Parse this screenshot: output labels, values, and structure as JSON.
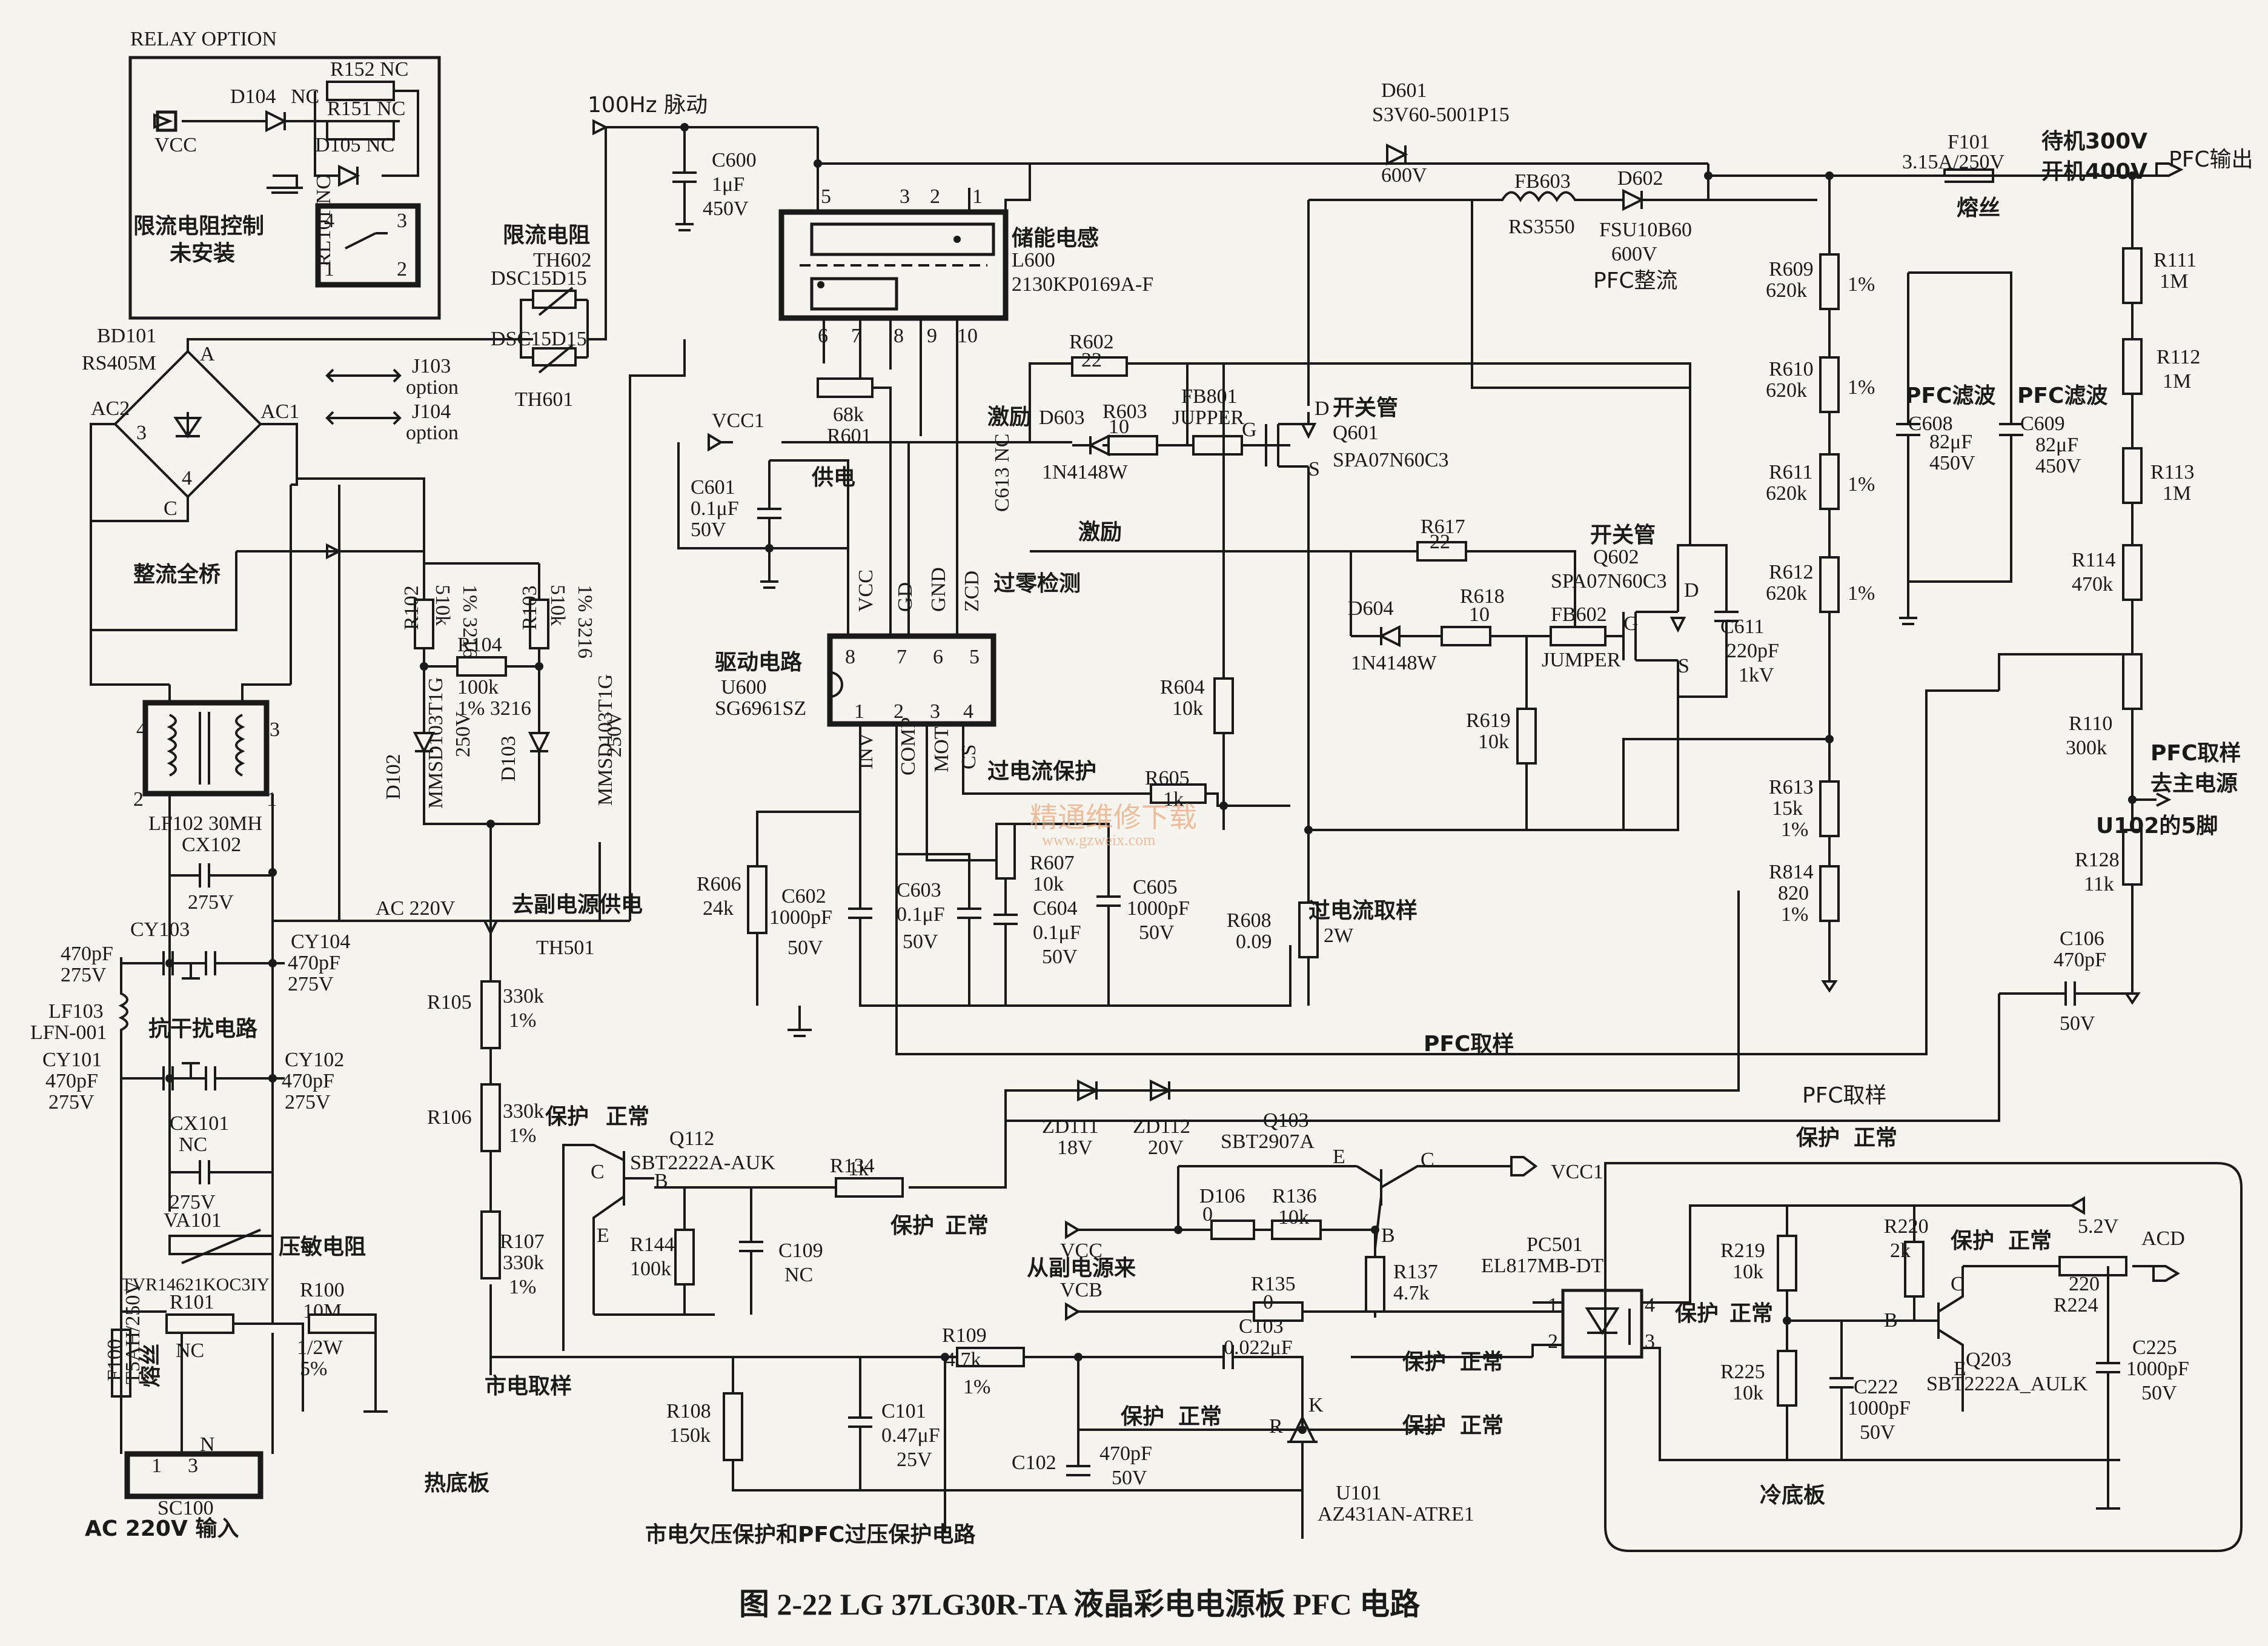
{
  "caption": "图 2-22   LG 37LG30R-TA 液晶彩电电源板 PFC 电路",
  "watermark": {
    "cn": "精通维修下载",
    "url": "www.gzweix.com"
  },
  "regions": {
    "relay_option": "RELAY OPTION",
    "hot": "热底板",
    "cold": "冷底板",
    "under_over": "市电欠压保护和PFC过压保护电路"
  },
  "labels": {
    "vcc": "VCC",
    "d104": "D104",
    "nc1": "NC",
    "r152": "R152 NC",
    "r151": "R151 NC",
    "d105": "D105 NC",
    "rl101": "RL101 NC",
    "limit_ctrl": "限流电阻控制",
    "not_installed": "未安装",
    "pin4": "4",
    "pin3": "3",
    "pin1": "1",
    "pin2": "2",
    "pulse": "100Hz 脉动",
    "c600": "C600",
    "c600v": "1μF",
    "c600u": "450V",
    "d601": "D601",
    "d601p": "S3V60-5001P15",
    "d601v": "600V",
    "f101": "F101",
    "f101v": "3.15A/250V",
    "fuse": "熔丝",
    "standby": "待机300V",
    "on": "开机400V",
    "pfc_out": "PFC输出",
    "fb603": "FB603",
    "rs3550": "RS3550",
    "d602": "D602",
    "fsu": "FSU10B60",
    "d602v": "600V",
    "pfc_rect": "PFC整流",
    "limit_r": "限流电阻",
    "th602": "TH602",
    "dsc1": "DSC15D15",
    "dsc2": "DSC15D15",
    "th601": "TH601",
    "bd101": "BD101",
    "rs405m": "RS405M",
    "a": "A",
    "ac2": "AC2",
    "ac1": "AC1",
    "c": "C",
    "b3": "3",
    "b4": "4",
    "j103": "J103",
    "opt1": "option",
    "j104": "J104",
    "opt2": "option",
    "l600t": "储能电感",
    "l600": "L600",
    "l600p": "2130KP0169A-F",
    "p5": "5",
    "p3": "3",
    "p2": "2",
    "p1": "1",
    "p6": "6",
    "p7": "7",
    "p8": "8",
    "p9": "9",
    "p10": "10",
    "r601v": "68k",
    "r601": "R601",
    "vcc1": "VCC1",
    "c601": "C601",
    "c601v": "0.1μF",
    "c601u": "50V",
    "power": "供电",
    "c613": "C613 NC",
    "zcd_t": "过零检测",
    "r602": "R602",
    "r602v": "22",
    "excite": "激励",
    "d603": "D603",
    "r603": "R603",
    "r603v": "10",
    "fb801": "FB801",
    "jumper1": "JUPPER",
    "in4148a": "1N4148W",
    "excite2": "激励",
    "d_q601": "D",
    "switch1": "开关管",
    "q601": "Q601",
    "spa1": "SPA07N60C3",
    "g1": "G",
    "s1": "S",
    "r617": "R617",
    "r617v": "22",
    "switch2": "开关管",
    "q602": "Q602",
    "spa2": "SPA07N60C3",
    "d604": "D604",
    "r618": "R618",
    "r618v": "10",
    "fb602": "FB602",
    "jumper2": "JUMPER",
    "in4148b": "1N4148W",
    "g2": "G",
    "d2": "D",
    "s2": "S",
    "c611": "C611",
    "c611v": "220pF",
    "c611u": "1kV",
    "r604": "R604",
    "r604v": "10k",
    "r619": "R619",
    "r619v": "10k",
    "ic_vcc": "VCC",
    "ic_gd": "GD",
    "ic_gnd": "GND",
    "ic_zcd": "ZCD",
    "ic8": "8",
    "ic7": "7",
    "ic6": "6",
    "ic5": "5",
    "ic1": "1",
    "ic2": "2",
    "ic3": "3",
    "ic4": "4",
    "drive": "驱动电路",
    "u600": "U600",
    "sg": "SG6961SZ",
    "ic_inv": "INV",
    "ic_comp": "COMP",
    "ic_mot": "MOT",
    "ic_cs": "CS",
    "ocp": "过电流保护",
    "r605": "R605",
    "r605v": "1k",
    "r606": "R606",
    "r606v": "24k",
    "c602": "C602",
    "c602v": "1000pF",
    "c602u": "50V",
    "c603": "C603",
    "c603v": "0.1μF",
    "c603u": "50V",
    "r607": "R607",
    "r607v": "10k",
    "c604": "C604",
    "c604v": "0.1μF",
    "c604u": "50V",
    "c605": "C605",
    "c605v": "1000pF",
    "c605u": "50V",
    "r608": "R608",
    "r608v": "0.09",
    "oc_sample": "过电流取样",
    "r608w": "2W",
    "r609": "R609",
    "r609v": "620k",
    "r610": "R610",
    "r610v": "620k",
    "r611": "R611",
    "r611v": "620k",
    "r612": "R612",
    "r612v": "620k",
    "pct1": "1%",
    "pct2": "1%",
    "pct3": "1%",
    "pct4": "1%",
    "pfc_filter1": "PFC滤波",
    "c608": "C608",
    "c608v": "82μF",
    "c608u": "450V",
    "pfc_filter2": "PFC滤波",
    "c609": "C609",
    "c609v": "82μF",
    "c609u": "450V",
    "r111": "R111",
    "r111v": "1M",
    "r112": "R112",
    "r112v": "1M",
    "r113": "R113",
    "r113v": "1M",
    "r114": "R114",
    "r114v": "470k",
    "r110": "R110",
    "r110v": "300k",
    "pfc_sample1": "PFC取样",
    "to_main": "去主电源",
    "u102": "U102的5脚",
    "r128": "R128",
    "r128v": "11k",
    "c106": "C106",
    "c106v": "470pF",
    "c106u": "50V",
    "r613": "R613",
    "r613v": "15k",
    "r613p": "1%",
    "r814": "R814",
    "r814v": "820",
    "r814p": "1%",
    "r102": "R102",
    "r102v": "510k",
    "r102p": "1% 3216",
    "r103": "R103",
    "r103v": "510k",
    "r103p": "1% 3216",
    "r104": "R104",
    "r104v": "100k",
    "r104p": "1% 3216",
    "d102": "D102",
    "d102p": "MMSD103T1G",
    "d102v": "250V",
    "d103": "D103",
    "d103p": "MMSD103T1G",
    "d103v": "250V",
    "bridge": "整流全桥",
    "lf102": "LF102 30MH",
    "cx102": "CX102",
    "cx102v": "275V",
    "lf_p4": "4",
    "lf_p3": "3",
    "lf_p2": "2",
    "lf_p1": "1",
    "ac220": "AC 220V",
    "to_aux": "去副电源供电",
    "th501": "TH501",
    "cy103": "CY103",
    "cy103v": "470pF",
    "cy103u": "275V",
    "cy104": "CY104",
    "cy104v": "470pF",
    "cy104u": "275V",
    "lf103": "LF103",
    "lfn": "LFN-001",
    "emi": "抗干扰电路",
    "cy101": "CY101",
    "cy101v": "470pF",
    "cy101u": "275V",
    "cy102": "CY102",
    "cy102v": "470pF",
    "cy102u": "275V",
    "cx101": "CX101",
    "cx101v": "NC",
    "cx101u": "275V",
    "va101": "VA101",
    "varistor": "压敏电阻",
    "tvr": "TVR14621KOC3IY",
    "r101": "R101",
    "r101v": "NC",
    "r100": "R100",
    "r100v": "10M",
    "r100w": "1/2W",
    "r100p": "5%",
    "f100": "F100",
    "f100v": "T5AH/250V",
    "fuse2": "熔丝",
    "sc100": "SC100",
    "sc_1": "1",
    "sc_3": "3",
    "sc_n": "N",
    "ac_in": "AC 220V 输入",
    "r105": "R105",
    "r105v": "330k",
    "r105p": "1%",
    "r106": "R106",
    "r106v": "330k",
    "r106p": "1%",
    "r107": "R107",
    "r107v": "330k",
    "r107p": "1%",
    "mains_sample": "市电取样",
    "protect": "保护",
    "normal": "正常",
    "q112": "Q112",
    "q112p": "SBT2222A-AUK",
    "qc": "C",
    "qb": "B",
    "qe": "E",
    "r134": "R134",
    "r134v": "1k",
    "r144": "R144",
    "r144v": "100k",
    "c109": "C109",
    "c109v": "NC",
    "zd111": "ZD111",
    "zd111v": "18V",
    "zd112": "ZD112",
    "zd112v": "20V",
    "q103": "Q103",
    "q103p": "SBT2907A",
    "q103e": "E",
    "q103c": "C",
    "q103b": "B",
    "vcc1b": "VCC1",
    "pfc_sample2": "PFC取样",
    "pfc_sample3": "PFC取样",
    "d106": "D106",
    "d106v": "0",
    "r136": "R136",
    "r136v": "10k",
    "vcc_from": "VCC",
    "from_aux": "从副电源来",
    "vcb": "VCB",
    "r137": "R137",
    "r137v": "4.7k",
    "r135": "R135",
    "r135v": "0",
    "c103": "C103",
    "c103v": "0.022μF",
    "r109": "R109",
    "r109v": "4.7k",
    "r109p": "1%",
    "r108": "R108",
    "r108v": "150k",
    "c101": "C101",
    "c101v": "0.47μF",
    "c101u": "25V",
    "c102": "C102",
    "c102v": "470pF",
    "c102u": "50V",
    "u101_r": "R",
    "u101_k": "K",
    "u101": "U101",
    "u101p": "AZ431AN-ATRE1",
    "pc501": "PC501",
    "pc501p": "EL817MB-DT",
    "pc1": "1",
    "pc2": "2",
    "pc3": "3",
    "pc4": "4",
    "r219": "R219",
    "r219v": "10k",
    "r225": "R225",
    "r225v": "10k",
    "c222": "C222",
    "c222v": "1000pF",
    "c222u": "50V",
    "r220": "R220",
    "r220v": "2k",
    "v52": "5.2V",
    "acd": "ACD",
    "r224": "R224",
    "r224v": "220",
    "q203": "Q203",
    "q203p": "SBT2222A_AULK",
    "q203b": "B",
    "q203c": "C",
    "q203e": "E",
    "c225": "C225",
    "c225v": "1000pF",
    "c225u": "50V"
  }
}
